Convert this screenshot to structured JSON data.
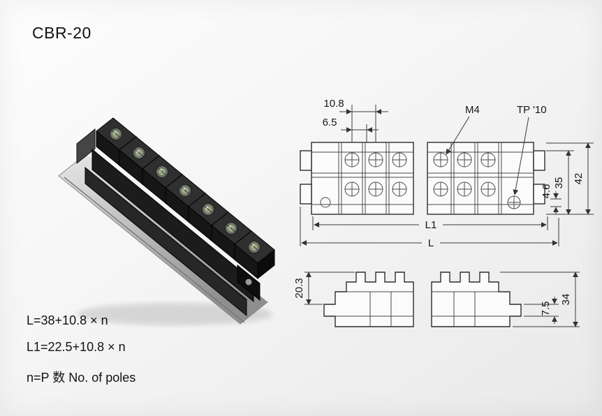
{
  "title": "CBR-20",
  "notes": {
    "formula_l": "L=38+10.8 × n",
    "formula_l1": "L1=22.5+10.8 × n",
    "formula_n": "n=P 数 No. of poles"
  },
  "front_view": {
    "dim_pitch": "10.8",
    "dim_opening": "6.5",
    "label_screw": "M4",
    "label_tp": "TP '10",
    "dim_height_inner": "35",
    "dim_height_total": "42",
    "dim_hole_offset": "4.6",
    "dim_l1": "L1",
    "dim_l": "L"
  },
  "side_view": {
    "dim_upper_height": "20.3",
    "dim_rail_height": "7.5",
    "dim_total_height": "34"
  },
  "colors": {
    "line": "#3a3a3a",
    "body_plastic": "#1c1c1c",
    "rail_silver": "#c9c9c9"
  }
}
